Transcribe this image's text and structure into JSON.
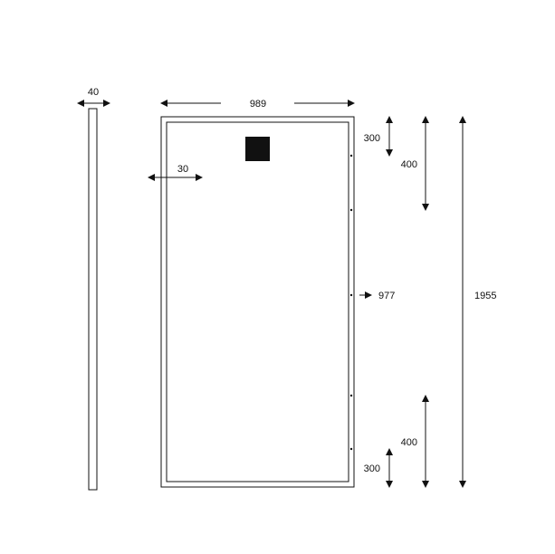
{
  "dimensions": {
    "side_width": "40",
    "panel_width": "989",
    "frame_width": "30",
    "top_hole_offset": "300",
    "top_hole_spacing": "400",
    "center_hole": "977",
    "overall_height": "1955",
    "bottom_hole_spacing": "400",
    "bottom_hole_offset": "300"
  },
  "colors": {
    "line": "#111111",
    "junction_box": "#111111",
    "background": "#ffffff"
  }
}
